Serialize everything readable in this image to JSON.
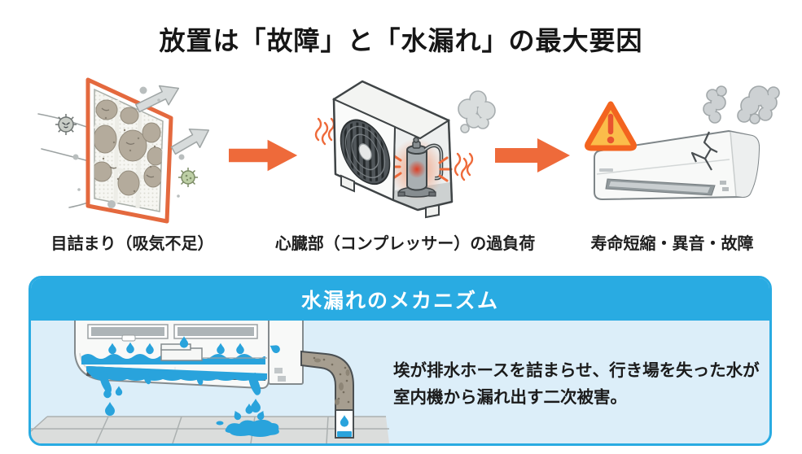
{
  "title": "放置は「故障」と「水漏れ」の最大要因",
  "flow": {
    "steps": [
      {
        "caption": "目詰まり（吸気不足）",
        "illustration": "clogged-filter"
      },
      {
        "caption": "心臓部（コンプレッサー）の過負荷",
        "illustration": "overheating-compressor-outdoor-unit"
      },
      {
        "caption": "寿命短縮・異音・故障",
        "illustration": "smoking-cracked-indoor-unit"
      }
    ],
    "arrow_icon": "right-block-arrow"
  },
  "panel": {
    "title": "水漏れのメカニズム",
    "description_lines": [
      "埃が排水ホースを詰まらせ、行き場を失った水が",
      "室内機から漏れ出す二次被害。"
    ],
    "illustration": "leaking-indoor-unit-cross-section"
  },
  "icons": {
    "flow_arrow": "right-block-arrow",
    "warning": "warning-triangle-exclamation",
    "smoke": "smoke-puffs",
    "germs": "germ-particles",
    "heat": "heat-wave-squiggles",
    "water": "water-drops"
  },
  "colors": {
    "accent-orange": "#EE6A3A",
    "panel-blue": "#29ABE2",
    "panel-bg": "#DCEEF9",
    "water-blue": "#29A3DC",
    "warning-orange": "#F3641F",
    "warning-yellow": "#FBBD4A",
    "text-dark": "#1B1B1B",
    "smoke-gray": "#D2D6D8",
    "dust-taupe": "#B4AB9C",
    "dirt-brown": "#A69E90"
  }
}
